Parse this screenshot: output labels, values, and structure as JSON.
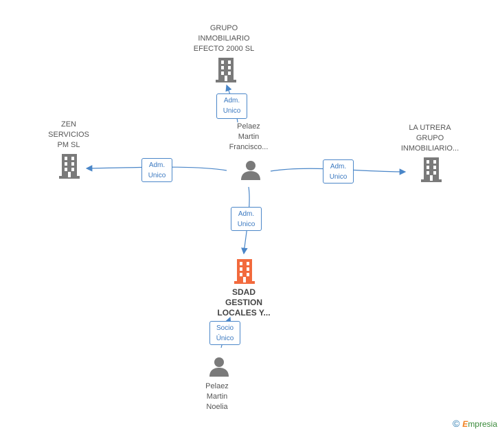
{
  "nodes": {
    "grupo_inmobiliario": [
      "GRUPO",
      "INMOBILIARIO",
      "EFECTO 2000  SL"
    ],
    "zen_servicios": [
      "ZEN",
      "SERVICIOS",
      "PM SL"
    ],
    "la_utrera": [
      "LA UTRERA",
      "GRUPO",
      "INMOBILIARIO..."
    ],
    "pelaez_francisco": [
      "Pelaez",
      "Martin",
      "Francisco..."
    ],
    "sdad_gestion": [
      "SDAD",
      "GESTION",
      "LOCALES Y..."
    ],
    "pelaez_noelia": [
      "Pelaez",
      "Martin",
      "Noelia"
    ]
  },
  "edges": {
    "to_grupo": [
      "Adm.",
      "Unico"
    ],
    "to_zen": [
      "Adm.",
      "Unico"
    ],
    "to_utrera": [
      "Adm.",
      "Unico"
    ],
    "to_sdad": [
      "Adm.",
      "Unico"
    ],
    "noelia_socio": [
      "Socio",
      "Único"
    ]
  },
  "colors": {
    "company_gray": "#7a7a7a",
    "company_main": "#f26a3d",
    "person_gray": "#7a7a7a",
    "edge_blue": "#4a86c8"
  },
  "footer": {
    "copyright_symbol": "©",
    "brand_initial": "E",
    "brand_rest": "mpresia"
  }
}
